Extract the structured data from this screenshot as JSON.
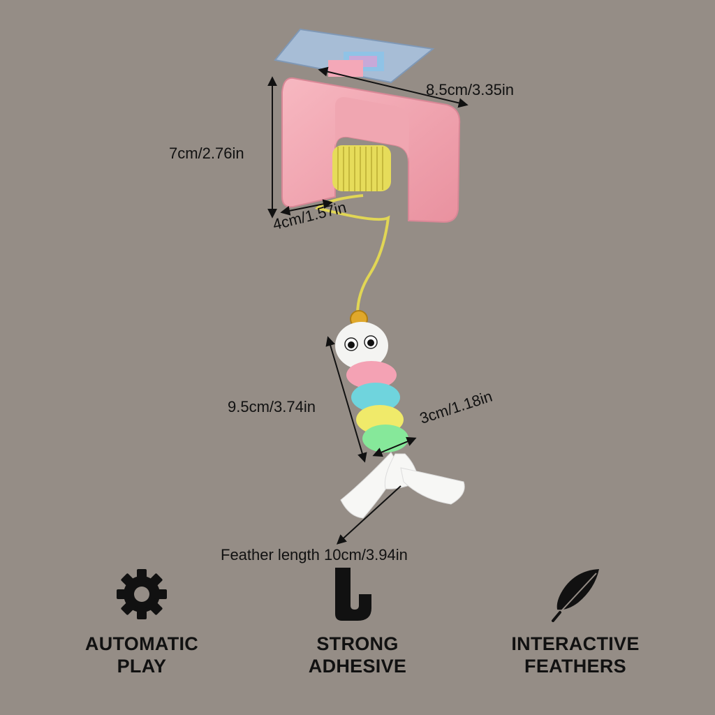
{
  "dimensions": {
    "width": "8.5cm/3.35in",
    "height": "7cm/2.76in",
    "depth": "4cm/1.57in",
    "toy_length": "9.5cm/3.74in",
    "toy_width": "3cm/1.18in",
    "feather": "Feather length 10cm/3.94in"
  },
  "features": [
    {
      "line1": "AUTOMATIC",
      "line2": "PLAY",
      "icon": "gear-icon"
    },
    {
      "line1": "STRONG",
      "line2": "ADHESIVE",
      "icon": "hook-icon"
    },
    {
      "line1": "INTERACTIVE",
      "line2": "FEATHERS",
      "icon": "feather-icon"
    }
  ],
  "colors": {
    "background": "#958d86",
    "housing": "#f2a9b4",
    "spring": "#e6dc5a",
    "mount": "#a7bdd6",
    "ink": "#111111"
  }
}
